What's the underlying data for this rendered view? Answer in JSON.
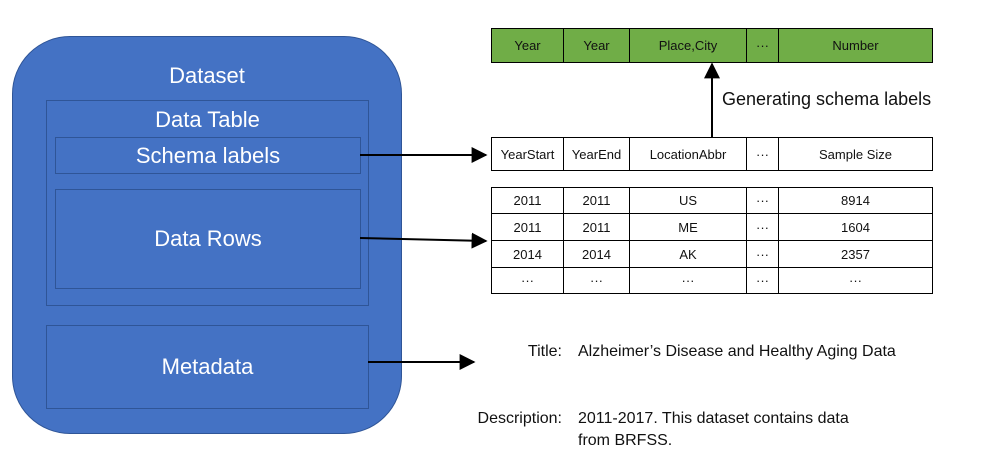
{
  "dataset": {
    "title": "Dataset",
    "data_table": "Data Table",
    "schema_labels": "Schema labels",
    "data_rows": "Data Rows",
    "metadata": "Metadata"
  },
  "generated_schema": [
    "Year",
    "Year",
    "Place,City",
    "···",
    "Number"
  ],
  "generating_caption": "Generating schema labels",
  "original_schema": [
    "YearStart",
    "YearEnd",
    "LocationAbbr",
    "···",
    "Sample Size"
  ],
  "rows": [
    [
      "2011",
      "2011",
      "US",
      "···",
      "8914"
    ],
    [
      "2011",
      "2011",
      "ME",
      "···",
      "1604"
    ],
    [
      "2014",
      "2014",
      "AK",
      "···",
      "2357"
    ],
    [
      "···",
      "···",
      "···",
      "···",
      "···"
    ]
  ],
  "metadata": {
    "title_key": "Title:",
    "title_value": "Alzheimer’s Disease and Healthy Aging Data",
    "description_key": "Description:",
    "description_line1": "2011-2017. This dataset contains data",
    "description_line2": "from BRFSS."
  },
  "colors": {
    "dataset_fill": "#4472c4",
    "generated_header_fill": "#70ad47"
  }
}
